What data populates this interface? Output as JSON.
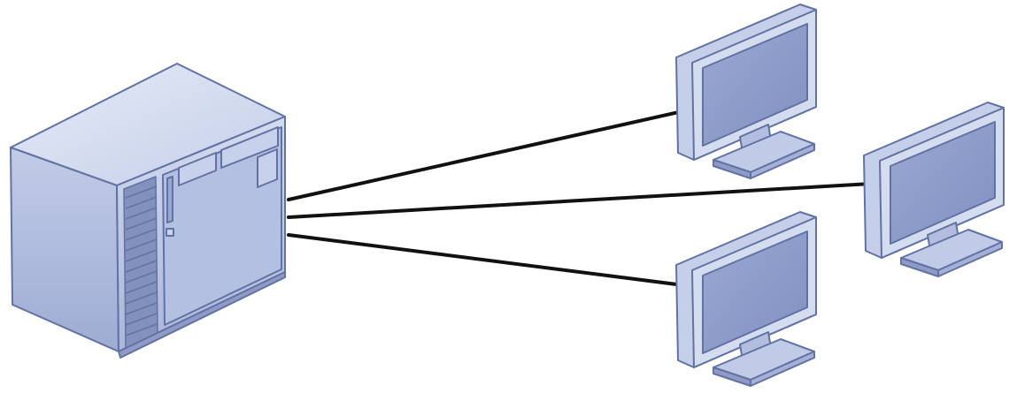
{
  "diagram": {
    "nodes": [
      {
        "id": "server",
        "icon": "server-tower-icon"
      },
      {
        "id": "monitor-top",
        "icon": "monitor-icon"
      },
      {
        "id": "monitor-right",
        "icon": "monitor-icon"
      },
      {
        "id": "monitor-bottom",
        "icon": "monitor-icon"
      }
    ],
    "connections": [
      {
        "from": "server",
        "to": "monitor-top"
      },
      {
        "from": "server",
        "to": "monitor-right"
      },
      {
        "from": "server",
        "to": "monitor-bottom"
      }
    ],
    "colors": {
      "background": "#ffffff",
      "outline": "#6272a2",
      "face_light": "#c9d2ea",
      "face_mid": "#a8b5d8",
      "face_dark": "#7e8dbb",
      "screen": "#8e9ccc",
      "cable": "#111111"
    }
  }
}
